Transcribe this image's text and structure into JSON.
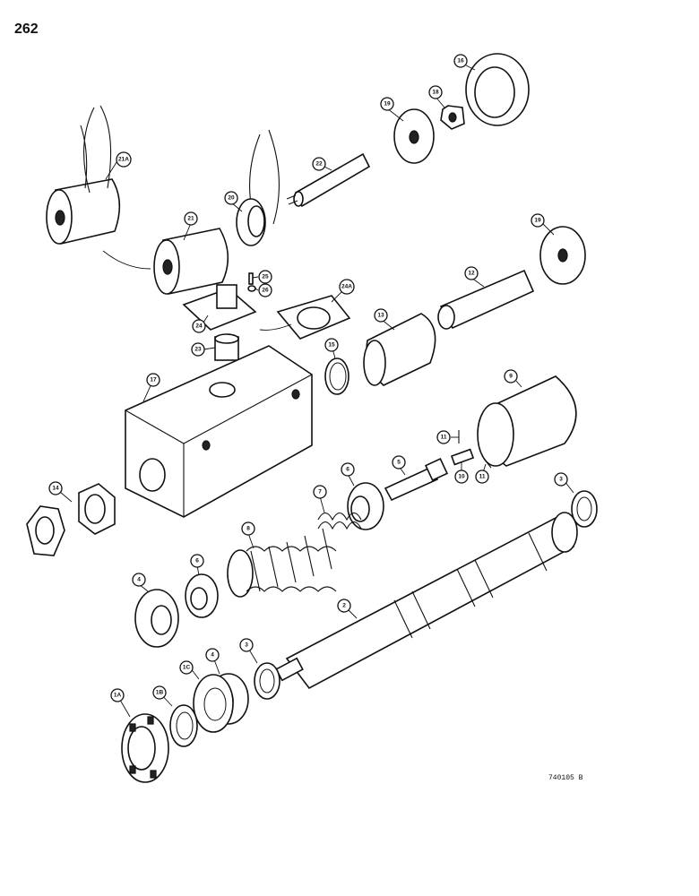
{
  "page_number": "262",
  "catalog_code": "740105 B",
  "callouts": [
    {
      "id": "c21A",
      "label": "21A"
    },
    {
      "id": "c21",
      "label": "21"
    },
    {
      "id": "c20",
      "label": "20"
    },
    {
      "id": "c22",
      "label": "22"
    },
    {
      "id": "c19a",
      "label": "19"
    },
    {
      "id": "c18",
      "label": "18"
    },
    {
      "id": "c16",
      "label": "16"
    },
    {
      "id": "c25",
      "label": "25"
    },
    {
      "id": "c26",
      "label": "26"
    },
    {
      "id": "c24",
      "label": "24"
    },
    {
      "id": "c24A",
      "label": "24A"
    },
    {
      "id": "c23",
      "label": "23"
    },
    {
      "id": "c13",
      "label": "13"
    },
    {
      "id": "c12",
      "label": "12"
    },
    {
      "id": "c19b",
      "label": "19"
    },
    {
      "id": "c15",
      "label": "15"
    },
    {
      "id": "c17",
      "label": "17"
    },
    {
      "id": "c9",
      "label": "9"
    },
    {
      "id": "c11a",
      "label": "11"
    },
    {
      "id": "c10",
      "label": "10"
    },
    {
      "id": "c11b",
      "label": "11"
    },
    {
      "id": "c5",
      "label": "5"
    },
    {
      "id": "c6a",
      "label": "6"
    },
    {
      "id": "c7",
      "label": "7"
    },
    {
      "id": "c8",
      "label": "8"
    },
    {
      "id": "c14",
      "label": "14"
    },
    {
      "id": "c3a",
      "label": "3"
    },
    {
      "id": "c6b",
      "label": "6"
    },
    {
      "id": "c4a",
      "label": "4"
    },
    {
      "id": "c2",
      "label": "2"
    },
    {
      "id": "c4b",
      "label": "4"
    },
    {
      "id": "c3b",
      "label": "3"
    },
    {
      "id": "c1C",
      "label": "1C"
    },
    {
      "id": "c1B",
      "label": "1B"
    },
    {
      "id": "c1A",
      "label": "1A"
    }
  ]
}
